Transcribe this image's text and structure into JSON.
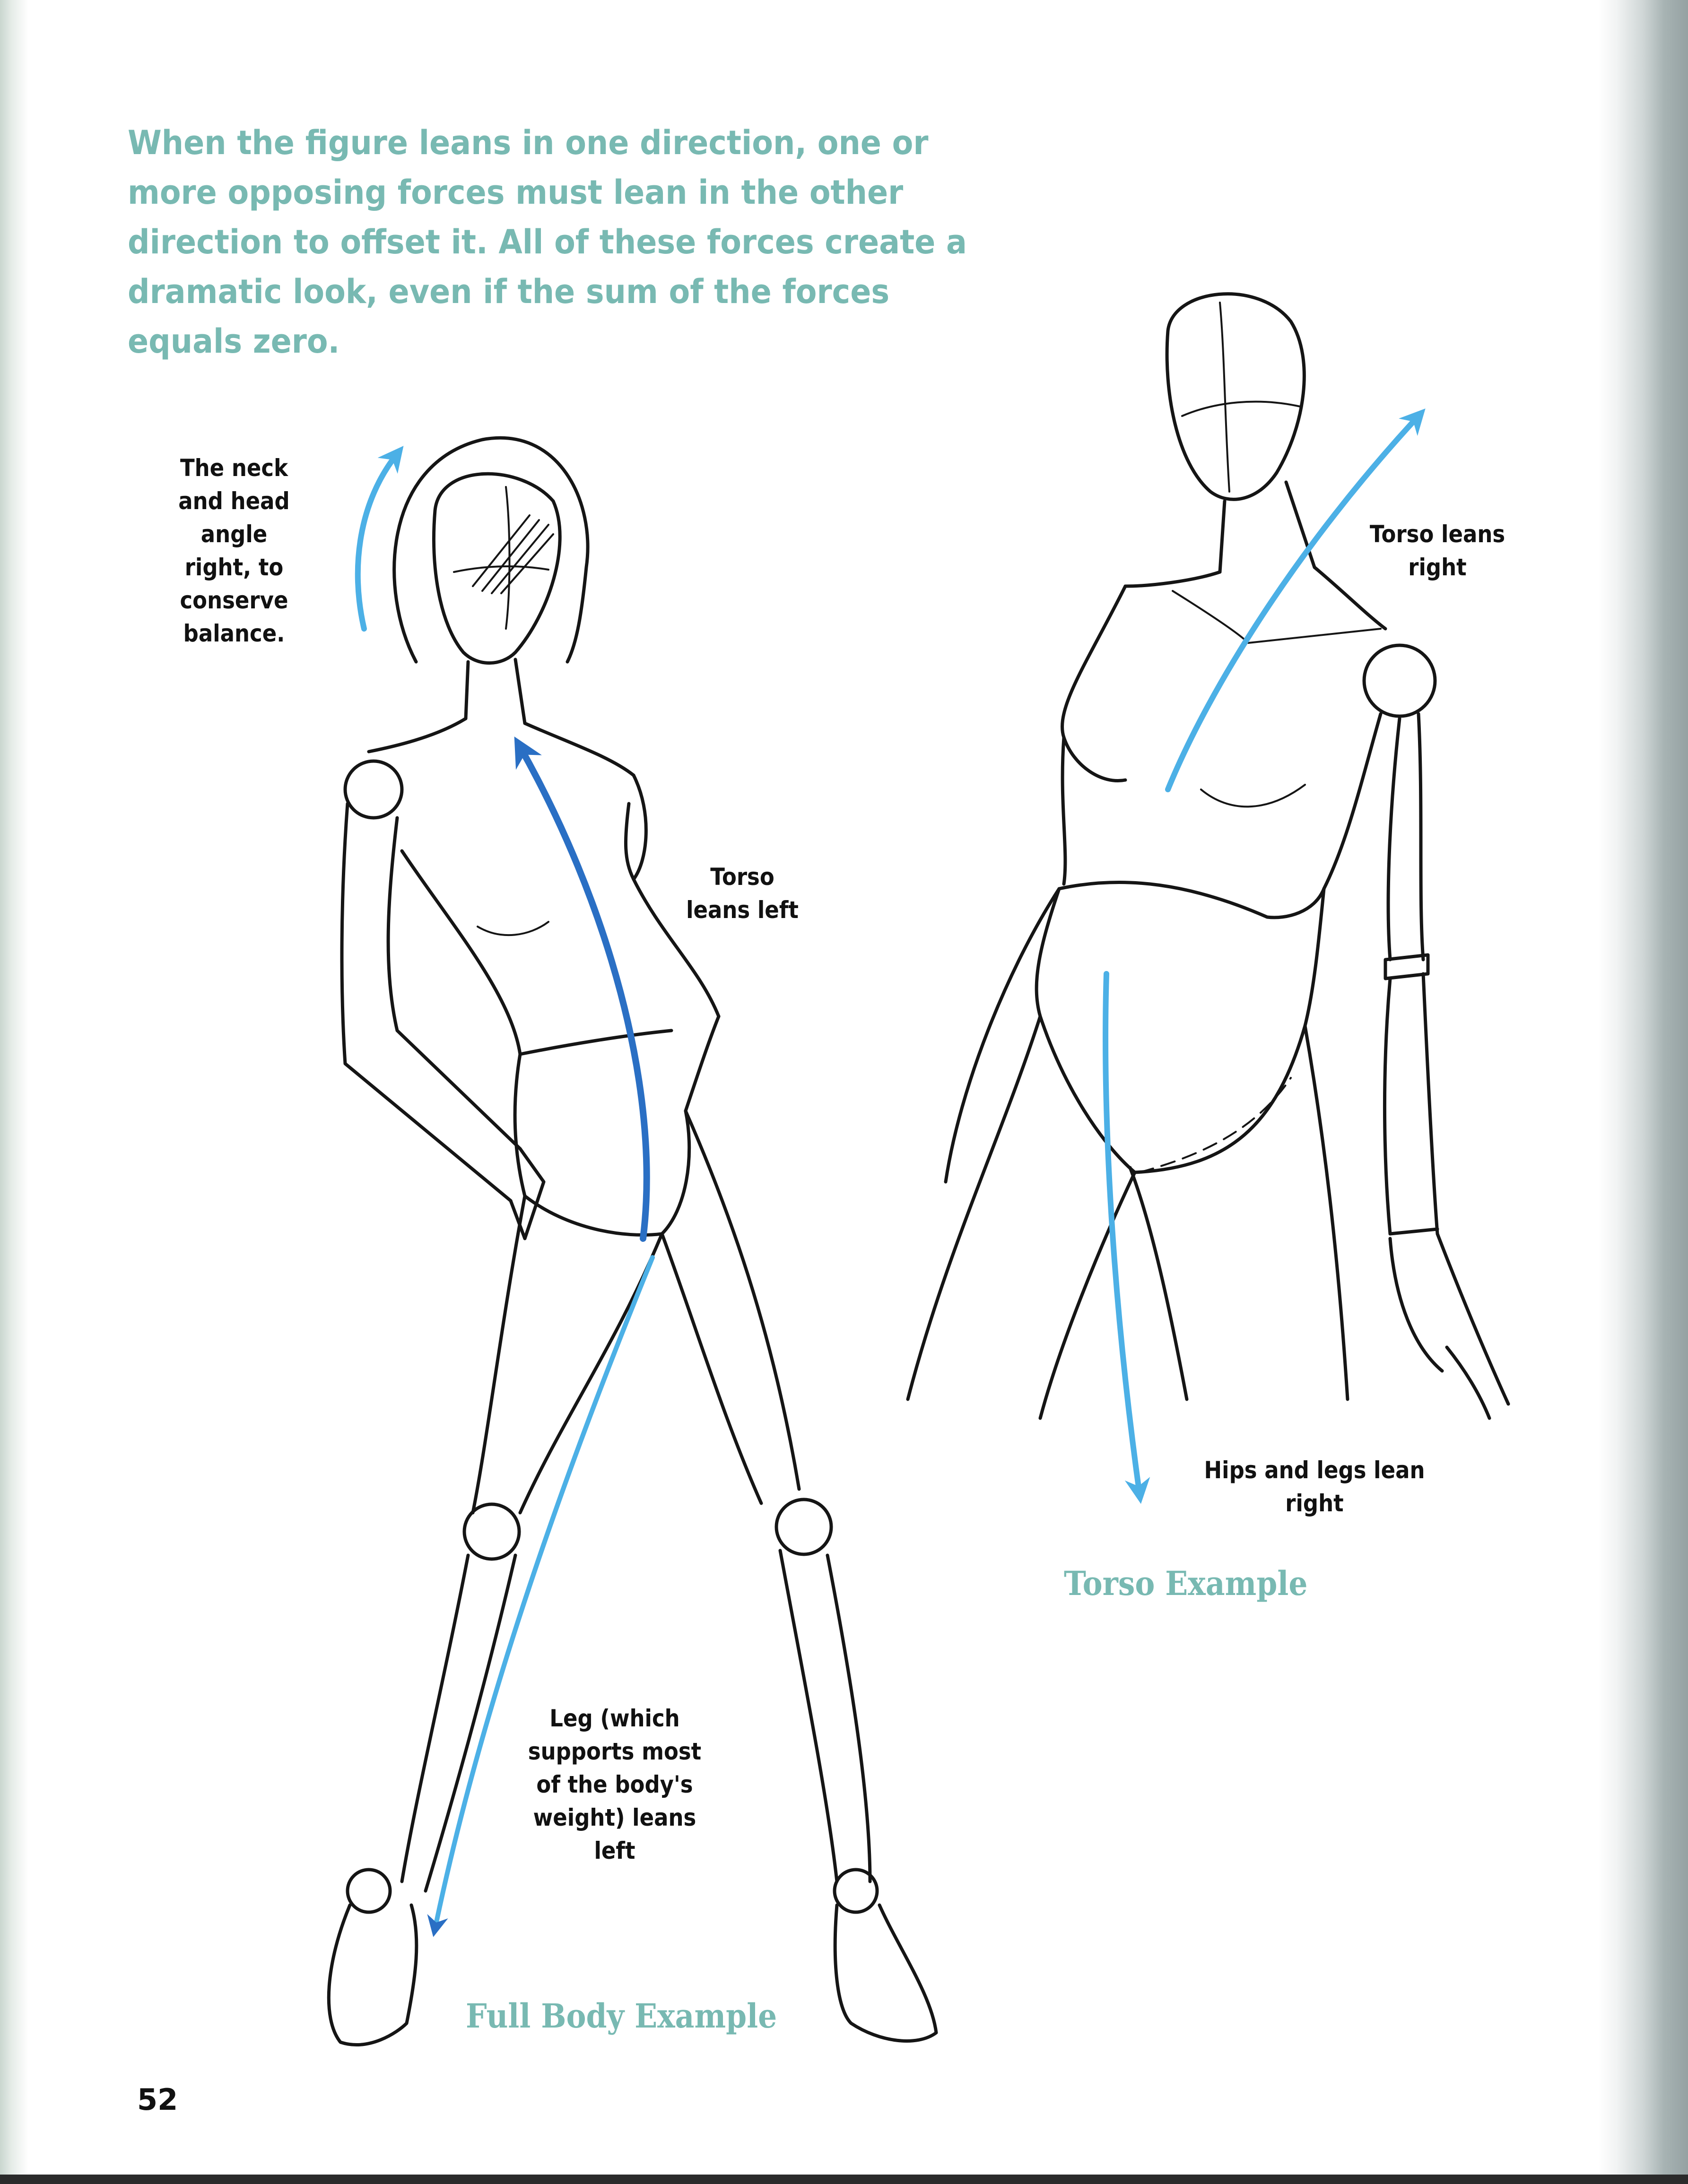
{
  "intro_text": "When the figure leans in one direction, one or more opposing forces must lean in the other direction to offset it. All of these forces create a dramatic look, even if the sum of the forces equals zero.",
  "full_body": {
    "neck_head_label": "The neck and head angle right, to conserve balance.",
    "torso_label": "Torso leans left",
    "leg_label": "Leg (which supports most of the body's weight) leans left",
    "caption": "Full Body Example"
  },
  "torso_example": {
    "torso_label": "Torso leans right",
    "hips_legs_label": "Hips and legs lean right",
    "caption": "Torso Example"
  },
  "page_number": "52",
  "colors": {
    "heading_teal": "#78b9b2",
    "arrow_dark_blue": "#2a6fc4",
    "arrow_light_blue": "#4cb0e6",
    "ink": "#151515"
  }
}
